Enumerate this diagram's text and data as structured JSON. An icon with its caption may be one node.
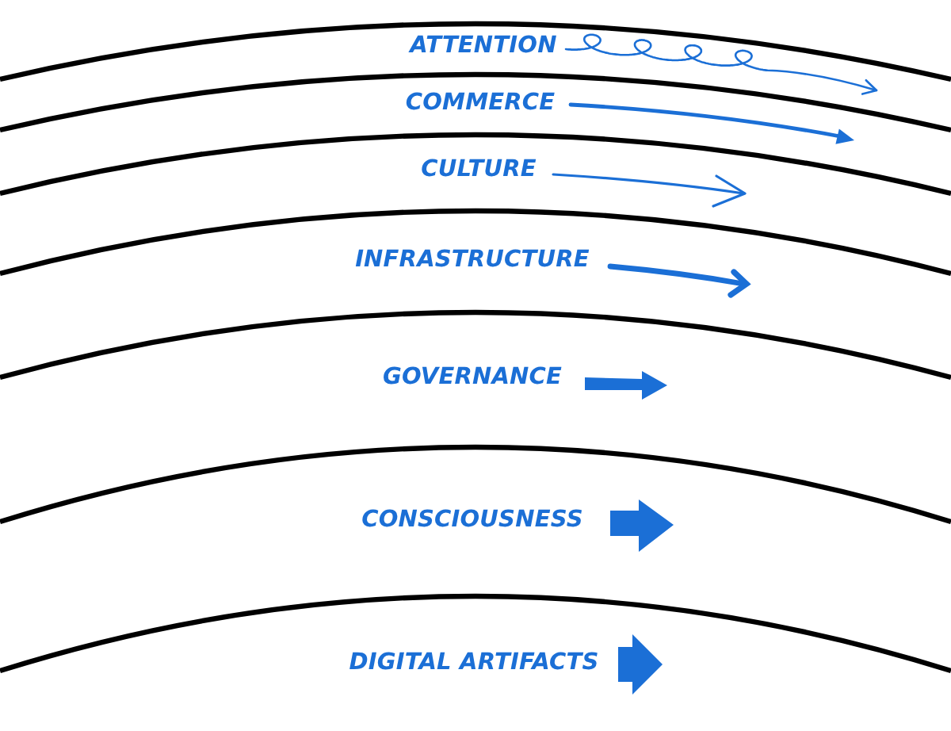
{
  "diagram": {
    "nodes": [
      {
        "text": [
          "ATTENTION"
        ]
      },
      {
        "text": [
          "COMMERCE"
        ]
      },
      {
        "text": [
          "CULTURE"
        ]
      },
      {
        "text": [
          "INFRASTRUCTURE"
        ]
      },
      {
        "text": [
          "GOVERNANCE"
        ]
      },
      {
        "text": [
          "CONSCIOUSNESS"
        ]
      },
      {
        "text": [
          "DIGITAL ARTIFACTS"
        ]
      }
    ]
  }
}
